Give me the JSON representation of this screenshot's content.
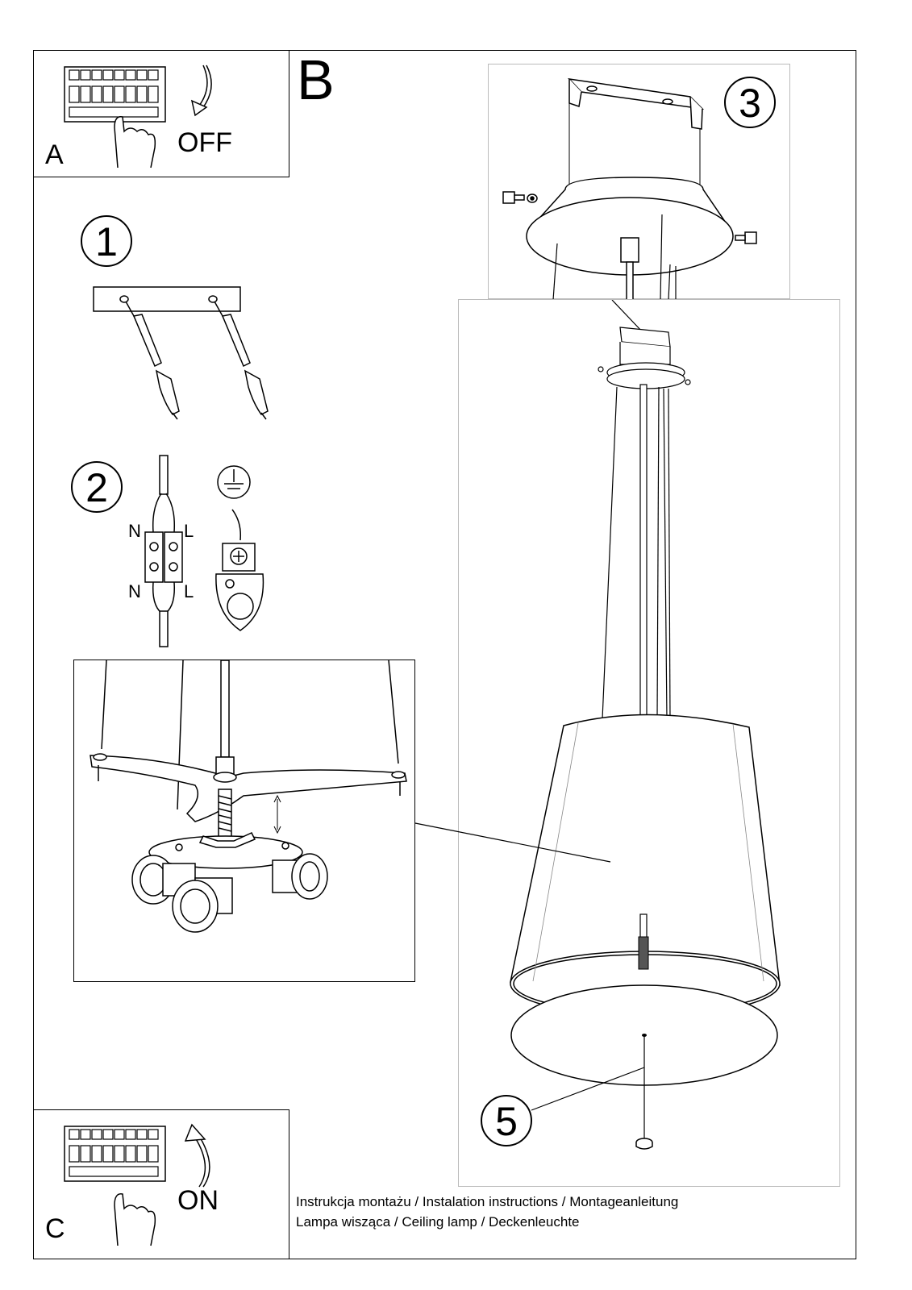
{
  "panel_a": {
    "letter": "A",
    "action": "OFF"
  },
  "panel_b": {
    "letter": "B"
  },
  "panel_c": {
    "letter": "C",
    "action": "ON"
  },
  "steps": {
    "s1": "1",
    "s2": "2",
    "s3": "3",
    "s5": "5"
  },
  "wiring": {
    "n_top": "N",
    "l_top": "L",
    "n_bottom": "N",
    "l_bottom": "L"
  },
  "footer": {
    "line1": "Instrukcja montażu / Instalation instructions / Montageanleitung",
    "line2": "Lampa wisząca / Ceiling lamp / Deckenleuchte"
  }
}
